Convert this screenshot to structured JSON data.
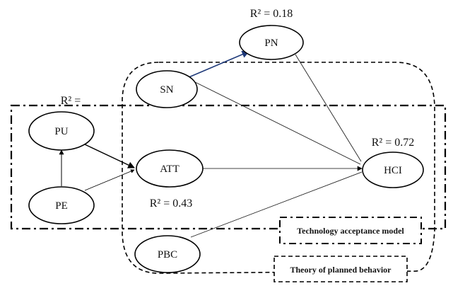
{
  "nodes": {
    "pn": {
      "label": "PN",
      "r2": "R² = 0.18"
    },
    "sn": {
      "label": "SN"
    },
    "pu": {
      "label": "PU",
      "r2": "R² ="
    },
    "att": {
      "label": "ATT",
      "r2": "R² = 0.43"
    },
    "pe": {
      "label": "PE"
    },
    "hci": {
      "label": "HCI",
      "r2": "R² = 0.72"
    },
    "pbc": {
      "label": "PBC"
    }
  },
  "groups": {
    "tam": {
      "label": "Technology acceptance model"
    },
    "tpb": {
      "label": "Theory of planned behavior"
    }
  },
  "edges": [
    {
      "from": "SN",
      "to": "PN",
      "color": "#1f3a7a"
    },
    {
      "from": "SN",
      "to": "HCI",
      "color": "#222222"
    },
    {
      "from": "PN",
      "to": "HCI",
      "color": "#222222"
    },
    {
      "from": "PE",
      "to": "PU",
      "color": "#222222"
    },
    {
      "from": "PU",
      "to": "ATT",
      "color": "#222222"
    },
    {
      "from": "PE",
      "to": "ATT",
      "color": "#222222"
    },
    {
      "from": "ATT",
      "to": "HCI",
      "color": "#222222"
    },
    {
      "from": "PBC",
      "to": "HCI",
      "color": "#222222"
    }
  ]
}
